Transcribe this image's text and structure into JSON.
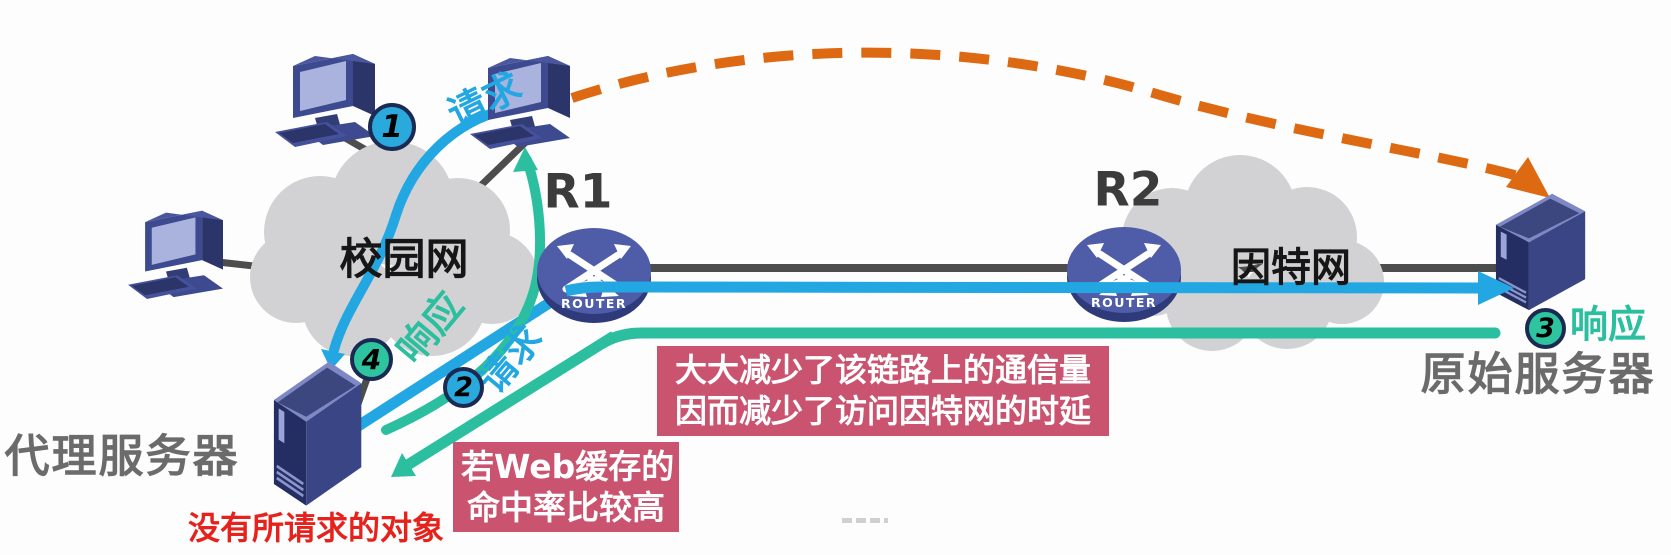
{
  "clouds": {
    "campus": "校园网",
    "internet": "因特网"
  },
  "routers": {
    "r1": "R1",
    "r2": "R2",
    "caption": "ROUTER"
  },
  "servers": {
    "proxy": "代理服务器",
    "origin": "原始服务器",
    "proxy_note": "没有所请求的对象"
  },
  "steps": [
    {
      "num": "1",
      "label": "请求"
    },
    {
      "num": "2",
      "label": "请求"
    },
    {
      "num": "3",
      "label": "响应"
    },
    {
      "num": "4",
      "label": "响应"
    }
  ],
  "callouts": {
    "benefit_line1": "大大减少了该链路上的通信量",
    "benefit_line2": "因而减少了访问因特网的时延",
    "condition_line1": "若Web缓存的",
    "condition_line2": "命中率比较高"
  },
  "colors": {
    "request_arrow": "#22a7e3",
    "response_arrow": "#2bbfa0",
    "direct_path_arrow": "#dd6a12",
    "callout_background": "#ca5470",
    "note_text": "#e5221c",
    "cloud_fill": "#d2d2d4"
  }
}
